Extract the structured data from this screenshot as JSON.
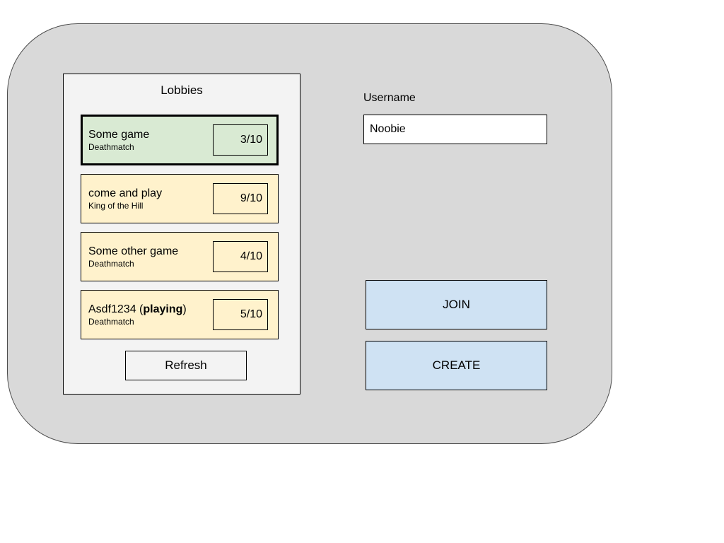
{
  "lobbies_panel": {
    "title": "Lobbies",
    "refresh_label": "Refresh",
    "items": [
      {
        "name": "Some game",
        "name_bold": "",
        "name_suffix": "",
        "mode": "Deathmatch",
        "count": "3/10",
        "selected": true
      },
      {
        "name": "come and play",
        "name_bold": "",
        "name_suffix": "",
        "mode": "King of the Hill",
        "count": "9/10",
        "selected": false
      },
      {
        "name": "Some other game",
        "name_bold": "",
        "name_suffix": "",
        "mode": "Deathmatch",
        "count": "4/10",
        "selected": false
      },
      {
        "name": "Asdf1234 (",
        "name_bold": "playing",
        "name_suffix": ")",
        "mode": "Deathmatch",
        "count": "5/10",
        "selected": false
      }
    ]
  },
  "form": {
    "username_label": "Username",
    "username_value": "Noobie",
    "join_label": "JOIN",
    "create_label": "CREATE"
  },
  "colors": {
    "container_bg": "#d9d9d9",
    "panel_bg": "#f3f3f3",
    "selected_lobby_bg": "#d9ead3",
    "lobby_bg": "#fff2cc",
    "action_button_bg": "#cfe2f3",
    "input_bg": "#ffffff",
    "border": "#000000"
  }
}
